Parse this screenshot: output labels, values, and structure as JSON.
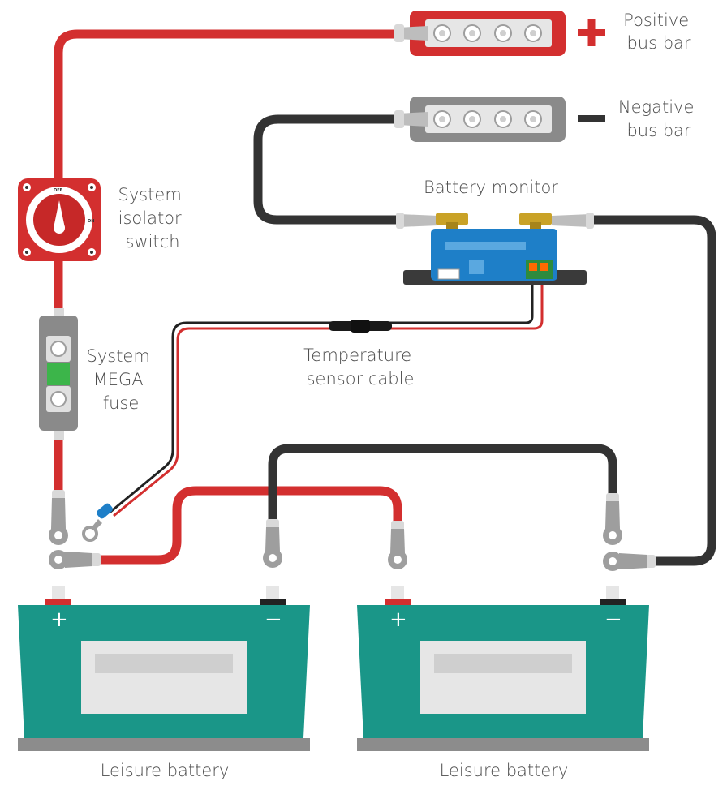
{
  "labels": {
    "positive_bus_bar": [
      "Positive",
      "bus bar"
    ],
    "negative_bus_bar": [
      "Negative",
      "bus bar"
    ],
    "battery_monitor": "Battery monitor",
    "isolator_switch": [
      "System",
      "isolator",
      "switch"
    ],
    "mega_fuse": [
      "System",
      "MEGA",
      "fuse"
    ],
    "temperature_sensor": [
      "Temperature",
      "sensor cable"
    ],
    "battery_left": "Leisure battery",
    "battery_right": "Leisure battery"
  },
  "switch_text": {
    "off": "OFF",
    "on": "ON"
  },
  "battery_signs": {
    "plus": "+",
    "minus": "−"
  },
  "colors": {
    "positive_cable": "#d32f2f",
    "negative_cable": "#333333",
    "battery_body": "#1a9688",
    "monitor_body": "#1e7fc8",
    "fuse_element": "#3cb54a",
    "bus_bar_positive": "#d32f2f",
    "bus_bar_negative": "#8a8a8a",
    "label_text": "#4d4d4d"
  },
  "icons": {
    "plus_sign": "positive-plus-icon",
    "minus_sign": "negative-minus-icon"
  }
}
